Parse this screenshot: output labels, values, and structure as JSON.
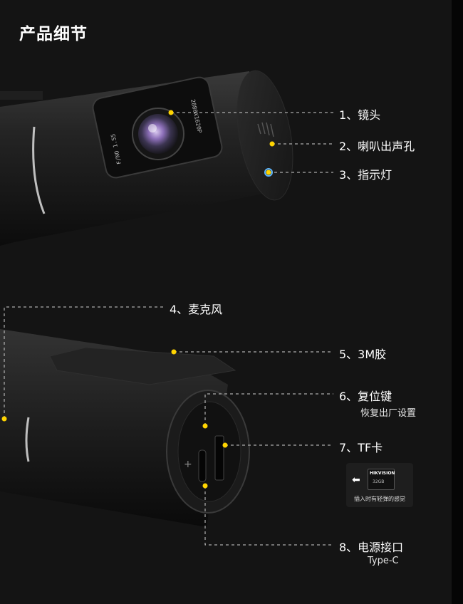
{
  "title": "产品细节",
  "callouts": [
    {
      "label": "1、镜头"
    },
    {
      "label": "2、喇叭出声孔"
    },
    {
      "label": "3、指示灯"
    },
    {
      "label": "4、麦克风"
    },
    {
      "label": "5、3M胶"
    },
    {
      "label": "6、复位键",
      "sub": "恢复出厂设置"
    },
    {
      "label": "7、TF卡"
    },
    {
      "label": "8、电源接口",
      "sub": "Type-C"
    }
  ],
  "lens_text_left": "F/NO 1.55",
  "lens_text_right": "2880X1620P",
  "tf_illustration": {
    "brand": "HIKVISION",
    "capacity": "32GB",
    "caption": "插入时有轻弹的感觉"
  },
  "colors": {
    "background": "#141414",
    "callout_dot": "#ffd400",
    "leader_line": "#cfcfcf"
  }
}
